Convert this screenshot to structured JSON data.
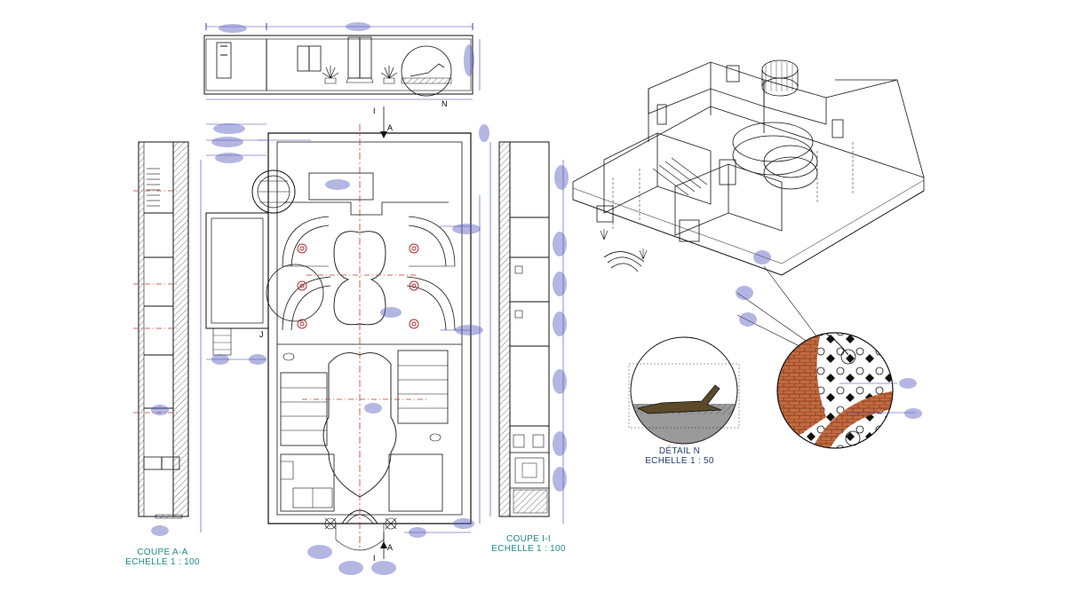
{
  "colors": {
    "line": "#111111",
    "hatch": "#444444",
    "axis": "#c0392b",
    "dimension": "#3a3fb0",
    "label_title": "#1f8a8a",
    "label_scale": "#24406b",
    "brick": "#c46a3f"
  },
  "section_marks": {
    "top": "A",
    "bottom": "A",
    "section_i_top": "I",
    "section_i_bottom": "I",
    "detail_ref": "N",
    "j_mark": "J"
  },
  "captions": {
    "coupe_aa": {
      "title": "COUPE A-A",
      "scale": "ECHELLE 1 : 100"
    },
    "coupe_ii": {
      "title": "COUPE I-I",
      "scale": "ECHELLE 1 : 100"
    },
    "detail_n": {
      "title": "DÉTAIL N",
      "scale": "ECHELLE 1 : 50"
    }
  },
  "icons": [
    "floor-plan-drawing",
    "section-drawing",
    "isometric-view-drawing",
    "detail-bubble-drawing",
    "brick-wall-pattern",
    "tile-pattern",
    "plant-icon",
    "arrow-marker-icon"
  ]
}
